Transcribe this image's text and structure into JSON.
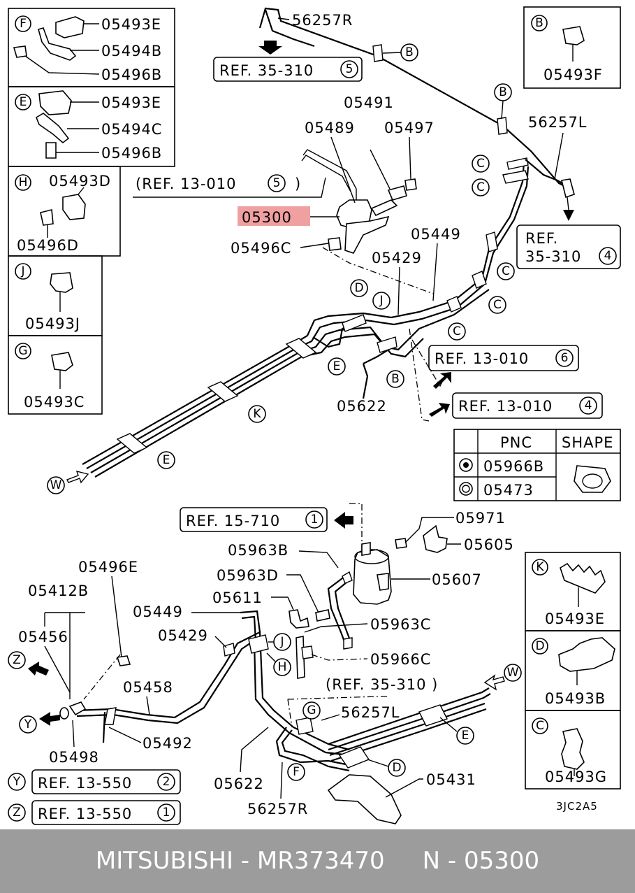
{
  "diagram": {
    "highlight_part": "05300",
    "highlight_color": "#f0a0a0",
    "part_labels": [
      "56257R",
      "05491",
      "05489",
      "05497",
      "05300",
      "05496C",
      "56257L",
      "05449",
      "05429",
      "05622",
      "05412B",
      "05496E",
      "05456",
      "05458",
      "05492",
      "05498",
      "05971",
      "05605",
      "05963B",
      "05963D",
      "05611",
      "05607",
      "05963C",
      "05966C",
      "05431"
    ],
    "refs": [
      "REF. 35-310",
      "(REF. 13-010",
      "REF.",
      "35-310",
      "REF. 13-010",
      "REF. 13-010",
      "REF. 15-710",
      "(REF. 35-310 )",
      "REF. 13-550",
      "REF. 13-550"
    ],
    "ref_suffix": ")",
    "ref_numbers": [
      "5",
      "5",
      "4",
      "6",
      "4",
      "1",
      "2",
      "1"
    ],
    "callout_letters": [
      "B",
      "B",
      "C",
      "C",
      "C",
      "C",
      "C",
      "D",
      "J",
      "E",
      "K",
      "E",
      "B",
      "W",
      "J",
      "H",
      "G",
      "E",
      "D",
      "F",
      "W",
      "Z",
      "Y",
      "Y",
      "Z"
    ],
    "insets": [
      {
        "letter": "F",
        "parts": [
          "05493E",
          "05494B",
          "05496B"
        ]
      },
      {
        "letter": "E",
        "parts": [
          "05493E",
          "05494C",
          "05496B"
        ]
      },
      {
        "letter": "H",
        "parts": [
          "05493D",
          "05496D"
        ]
      },
      {
        "letter": "J",
        "parts": [
          "05493J"
        ]
      },
      {
        "letter": "G",
        "parts": [
          "05493C"
        ]
      },
      {
        "letter": "B",
        "parts": [
          "05493F"
        ]
      },
      {
        "letter": "K",
        "parts": [
          "05493E"
        ]
      },
      {
        "letter": "D",
        "parts": [
          "05493B"
        ]
      },
      {
        "letter": "C",
        "parts": [
          "05493G"
        ]
      }
    ],
    "pnc_table": {
      "headers": [
        "PNC",
        "SHAPE"
      ],
      "rows": [
        "05966B",
        "05473"
      ]
    },
    "drawing_code": "3JC2A5"
  },
  "footer": {
    "text": "MITSUBISHI - MR373470     N - 05300"
  }
}
